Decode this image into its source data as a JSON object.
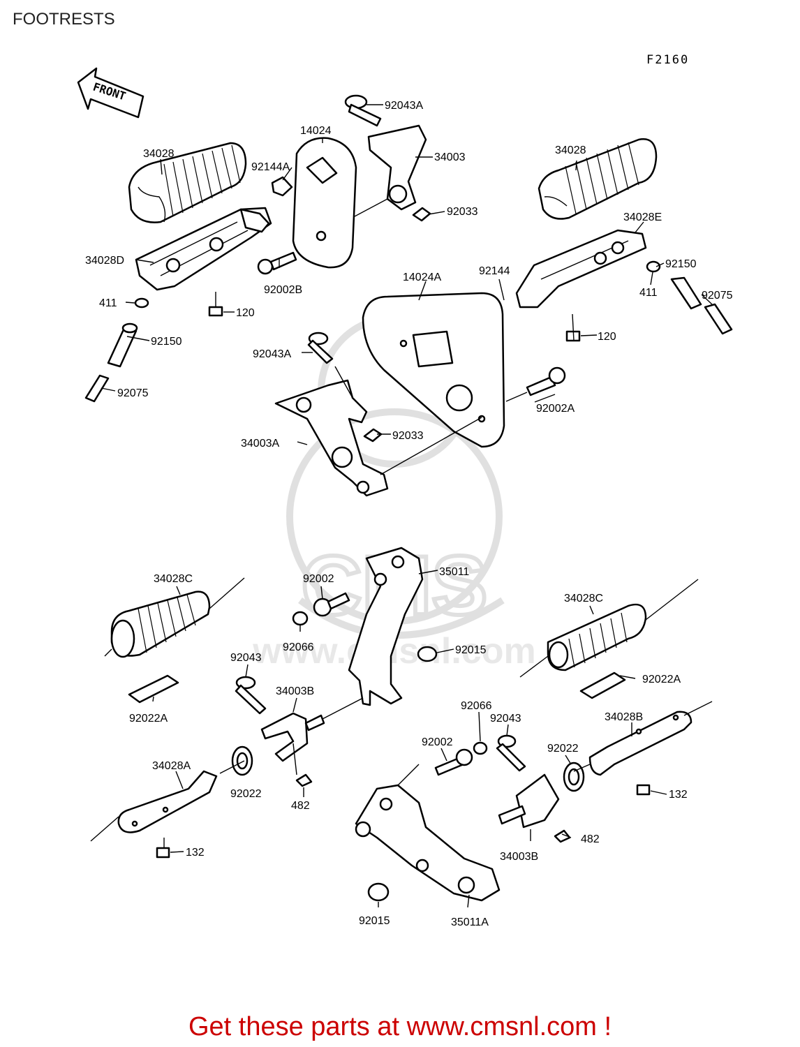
{
  "page": {
    "title": "FOOTRESTS",
    "figure_code": "F2160",
    "front_marker": "FRONT"
  },
  "footer": {
    "text": "Get these parts at www.cmsnl.com !",
    "color": "#cc0000"
  },
  "watermark": {
    "text": "www.cmsnl.com",
    "logo": "CMS",
    "color": "#c8c8c8"
  },
  "parts": [
    {
      "id": "p01",
      "label": "92043A"
    },
    {
      "id": "p02",
      "label": "14024"
    },
    {
      "id": "p03",
      "label": "34003"
    },
    {
      "id": "p04",
      "label": "34028"
    },
    {
      "id": "p05",
      "label": "92144A"
    },
    {
      "id": "p06",
      "label": "34028"
    },
    {
      "id": "p07",
      "label": "92033"
    },
    {
      "id": "p08",
      "label": "34028E"
    },
    {
      "id": "p09",
      "label": "34028D"
    },
    {
      "id": "p10",
      "label": "92150"
    },
    {
      "id": "p11",
      "label": "92002B"
    },
    {
      "id": "p12",
      "label": "92144"
    },
    {
      "id": "p13",
      "label": "14024A"
    },
    {
      "id": "p14",
      "label": "411"
    },
    {
      "id": "p15",
      "label": "411"
    },
    {
      "id": "p16",
      "label": "92075"
    },
    {
      "id": "p17",
      "label": "120"
    },
    {
      "id": "p18",
      "label": "92150"
    },
    {
      "id": "p19",
      "label": "120"
    },
    {
      "id": "p20",
      "label": "92043A"
    },
    {
      "id": "p21",
      "label": "92075"
    },
    {
      "id": "p22",
      "label": "92002A"
    },
    {
      "id": "p23",
      "label": "92033"
    },
    {
      "id": "p24",
      "label": "34003A"
    },
    {
      "id": "p25",
      "label": "35011"
    },
    {
      "id": "p26",
      "label": "34028C"
    },
    {
      "id": "p27",
      "label": "92002"
    },
    {
      "id": "p28",
      "label": "34028C"
    },
    {
      "id": "p29",
      "label": "92066"
    },
    {
      "id": "p30",
      "label": "92015"
    },
    {
      "id": "p31",
      "label": "92043"
    },
    {
      "id": "p32",
      "label": "34003B"
    },
    {
      "id": "p33",
      "label": "92022A"
    },
    {
      "id": "p34",
      "label": "92022A"
    },
    {
      "id": "p35",
      "label": "92066"
    },
    {
      "id": "p36",
      "label": "34028B"
    },
    {
      "id": "p37",
      "label": "92043"
    },
    {
      "id": "p38",
      "label": "92002"
    },
    {
      "id": "p39",
      "label": "92022"
    },
    {
      "id": "p40",
      "label": "34028A"
    },
    {
      "id": "p41",
      "label": "92022"
    },
    {
      "id": "p42",
      "label": "132"
    },
    {
      "id": "p43",
      "label": "482"
    },
    {
      "id": "p44",
      "label": "482"
    },
    {
      "id": "p45",
      "label": "34003B"
    },
    {
      "id": "p46",
      "label": "132"
    },
    {
      "id": "p47",
      "label": "92015"
    },
    {
      "id": "p48",
      "label": "35011A"
    }
  ]
}
